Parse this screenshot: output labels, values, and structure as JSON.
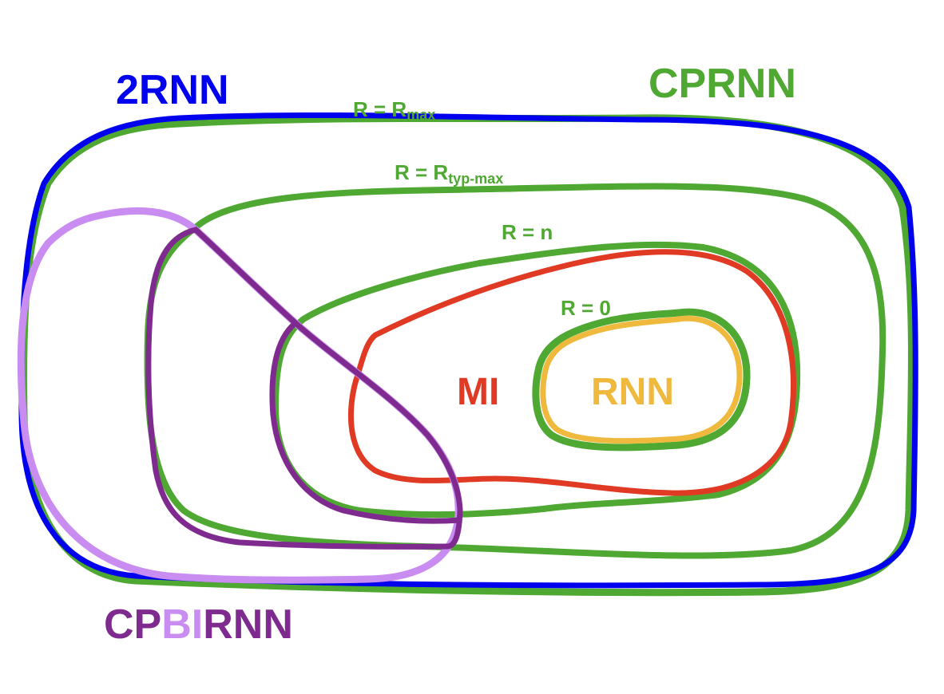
{
  "labels": {
    "two_rnn": "2RNN",
    "cprnn": "CPRNN",
    "cpbirnn_a": "CP",
    "cpbirnn_b": "BI",
    "cpbirnn_c": "RNN",
    "mi": "MI",
    "rnn": "RNN",
    "r_max_prefix": "R = R",
    "r_max_sub": "max",
    "r_typmax_prefix": "R = R",
    "r_typmax_sub": "typ-max",
    "r_n": "R = n",
    "r_0": "R = 0"
  },
  "colors": {
    "blue": "#0000ee",
    "green": "#4ea832",
    "red": "#e03a24",
    "yellow": "#eeb93c",
    "purple_dark": "#7f2a8f",
    "purple_light": "#c98cf0"
  }
}
